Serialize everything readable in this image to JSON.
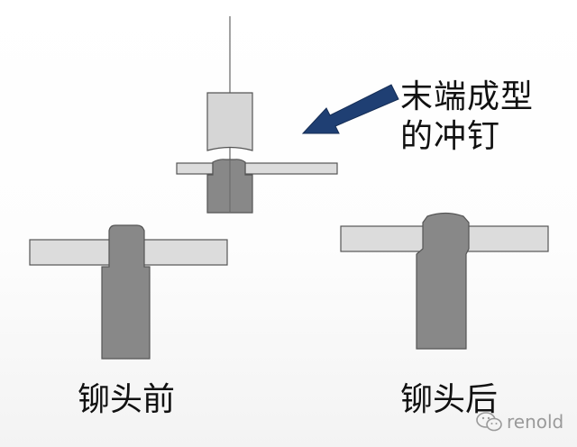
{
  "callout": {
    "line1": "末端成型",
    "line2": "的冲钉"
  },
  "captions": {
    "before": "铆头前",
    "after": "铆头后"
  },
  "watermark": {
    "text": "renold",
    "icon": "wechat-icon"
  },
  "colors": {
    "punch_fill": "#d6d6d6",
    "rivet_fill": "#888888",
    "plate_fill": "#dcdcdc",
    "outline": "#555555",
    "arrow_fill": "#1f3f73",
    "text": "#111111",
    "watermark": "#9a9a9a"
  }
}
